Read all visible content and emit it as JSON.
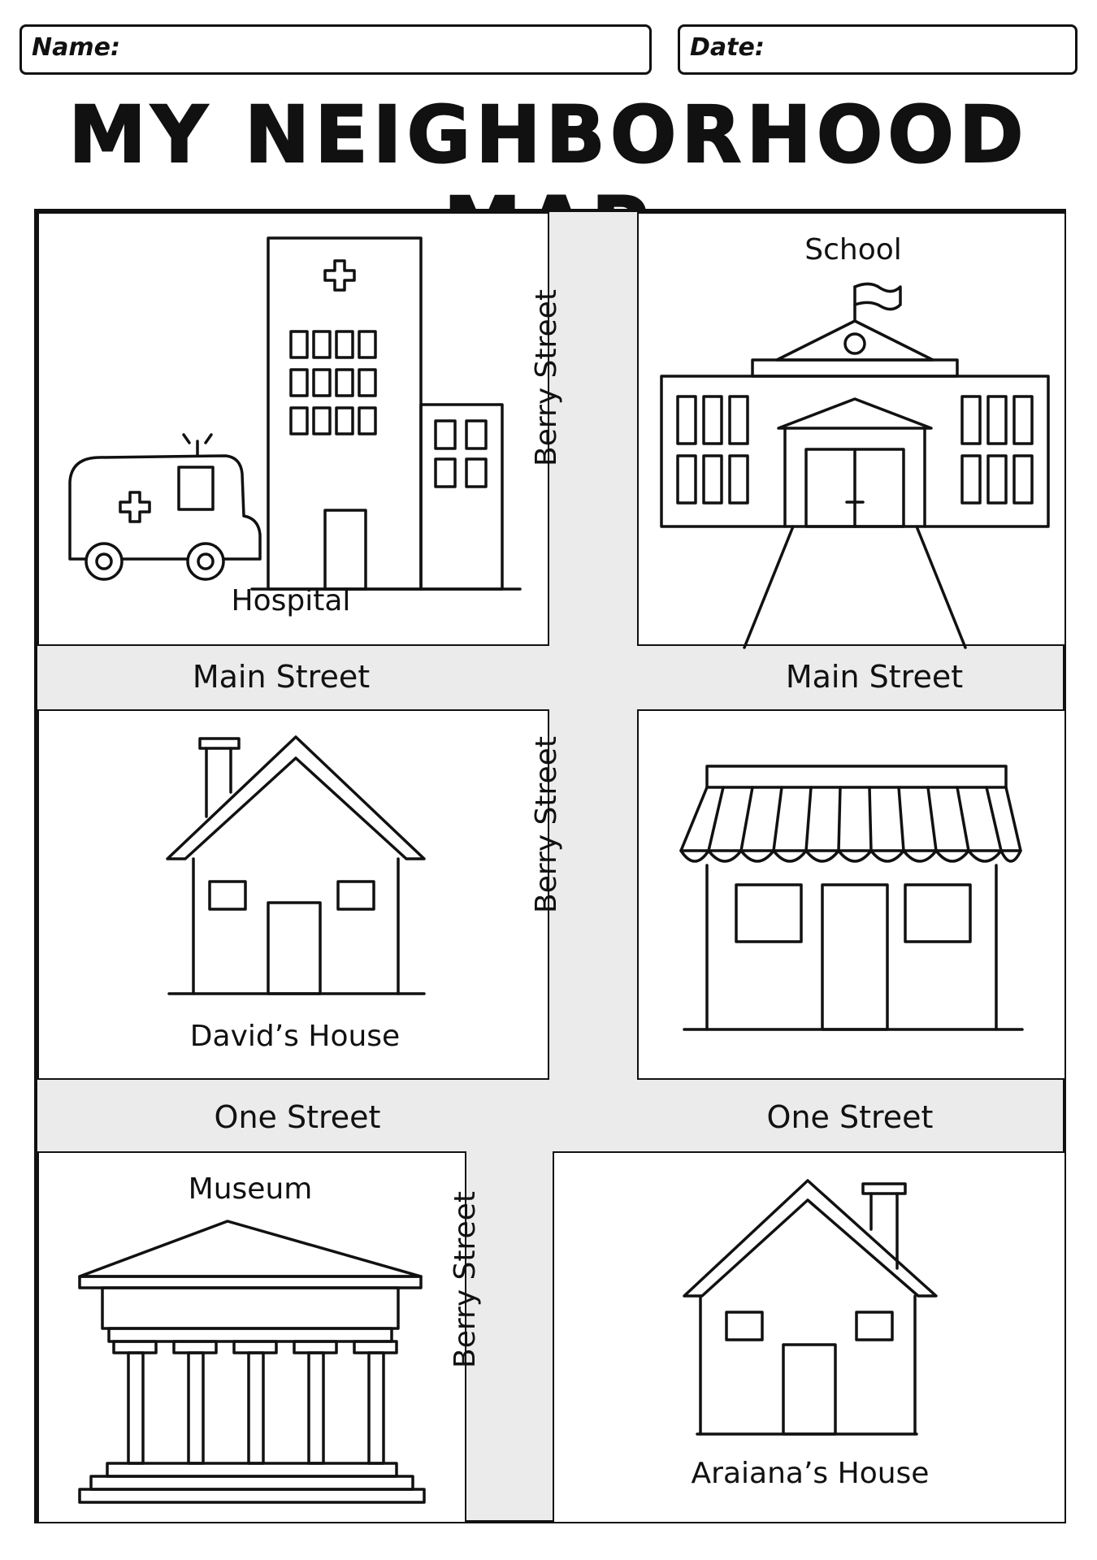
{
  "header": {
    "name_label": "Name:",
    "date_label": "Date:",
    "title": "My Neighborhood Map"
  },
  "streets": {
    "vertical": "Berry Street",
    "main": "Main Street",
    "one": "One Street"
  },
  "buildings": {
    "hospital": "Hospital",
    "school": "School",
    "davids_house": "David’s House",
    "store": "",
    "museum": "Museum",
    "araianas_house": "Araiana’s House"
  }
}
